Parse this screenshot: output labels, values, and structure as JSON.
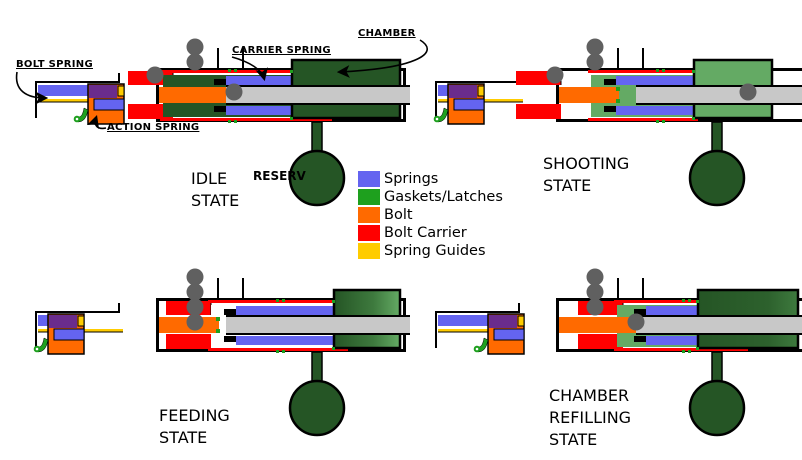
{
  "colors": {
    "springs": "#6464f0",
    "gaskets": "#1ea01e",
    "bolt": "#ff6a00",
    "bolt_carrier": "#ff0000",
    "spring_guides": "#ffcc00",
    "chamber_dark": "#255525",
    "chamber_light": "#64aa64",
    "barrel": "#c8c8c8",
    "paintball": "#606060",
    "bolt_spring_purple": "#6a2c8c",
    "outline": "#000000"
  },
  "legend": {
    "items": [
      {
        "label": "Springs",
        "color": "#6464f0"
      },
      {
        "label": "Gaskets/Latches",
        "color": "#1ea01e"
      },
      {
        "label": "Bolt",
        "color": "#ff6a00"
      },
      {
        "label": "Bolt Carrier",
        "color": "#ff0000"
      },
      {
        "label": "Spring Guides",
        "color": "#ffcc00"
      }
    ]
  },
  "callouts": {
    "bolt_spring": "BOLT SPRING",
    "carrier_spring": "CARRIER SPRING",
    "chamber": "CHAMBER",
    "action_spring": "ACTION SPRING",
    "reserve": "RESERV"
  },
  "states": [
    {
      "id": "idle",
      "label": "IDLE\nSTATE"
    },
    {
      "id": "shooting",
      "label": "SHOOTING\nSTATE"
    },
    {
      "id": "feeding",
      "label": "FEEDING\nSTATE"
    },
    {
      "id": "refilling",
      "label": "CHAMBER\nREFILLING\nSTATE"
    }
  ]
}
